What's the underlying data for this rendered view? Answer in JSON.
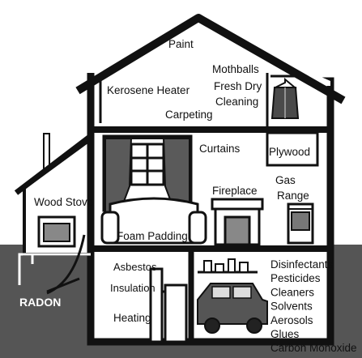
{
  "labels": {
    "paint": "Paint",
    "mothballs": "Mothballs",
    "kerosene_heater": "Kerosene Heater",
    "fresh_dry": "Fresh Dry",
    "cleaning": "Cleaning",
    "carpeting": "Carpeting",
    "curtains": "Curtains",
    "plywood": "Plywood",
    "gas": "Gas",
    "range": "Range",
    "fireplace": "Fireplace",
    "wood_stove": "Wood Stove",
    "foam_padding": "Foam Padding",
    "asbestos": "Asbestos",
    "insulation": "Insulation",
    "heating": "Heating",
    "radon": "RADON"
  },
  "garage_products": [
    "Disinfectants",
    "Pesticides",
    "Cleaners",
    "Solvents",
    "Aerosols",
    "Glues",
    "Carbon Monoxide"
  ],
  "colors": {
    "ground": "#555555",
    "wall": "#ffffff",
    "outline": "#111111",
    "car": "#555555",
    "curtain": "#5a5a5a",
    "stone": "#888888"
  }
}
